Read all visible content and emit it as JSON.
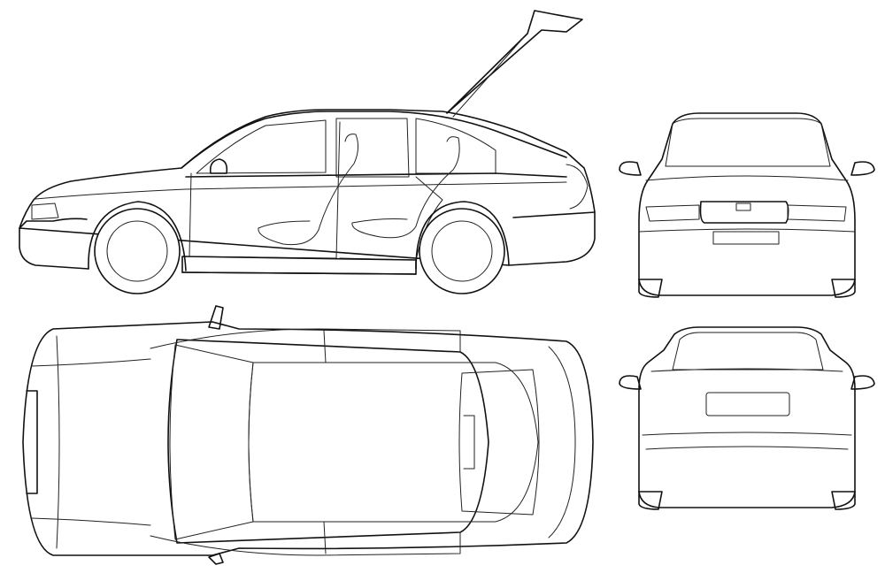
{
  "drawing": {
    "views": [
      {
        "id": "side",
        "opening": "hatch-open"
      },
      {
        "id": "front"
      },
      {
        "id": "top"
      },
      {
        "id": "rear"
      }
    ],
    "line_color": "#111111",
    "background": "#ffffff"
  }
}
